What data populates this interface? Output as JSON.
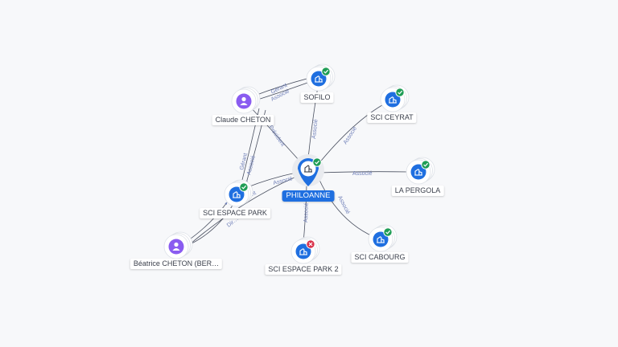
{
  "colors": {
    "company": "#1f6fe0",
    "person": "#8a5cf0",
    "active_badge": "#1f9d55",
    "closed_badge": "#d9334c",
    "edge": "#4a5060",
    "edge_label": "#6f7fb8"
  },
  "nodes": {
    "philoanne": {
      "label": "PHILOANNE",
      "kind": "company",
      "icon": "building-icon",
      "central": true,
      "status": "active"
    },
    "sofilo": {
      "label": "SOFILO",
      "kind": "company",
      "icon": "building-icon",
      "status": "active"
    },
    "sci_ceyrat": {
      "label": "SCI CEYRAT",
      "kind": "company",
      "icon": "building-icon",
      "status": "active"
    },
    "la_pergola": {
      "label": "LA PERGOLA",
      "kind": "company",
      "icon": "building-icon",
      "status": "active"
    },
    "sci_cabourg": {
      "label": "SCI CABOURG",
      "kind": "company",
      "icon": "building-icon",
      "status": "active"
    },
    "sci_espace_park_2": {
      "label": "SCI ESPACE PARK 2",
      "kind": "company",
      "icon": "building-icon",
      "status": "closed"
    },
    "sci_espace_park": {
      "label": "SCI ESPACE PARK",
      "kind": "company",
      "icon": "building-icon",
      "status": "active"
    },
    "claude_cheton": {
      "label": "Claude CHETON",
      "kind": "person",
      "icon": "person-icon"
    },
    "beatrice_cheton": {
      "label": "Béatrice CHETON (BER…",
      "kind": "person",
      "icon": "person-icon"
    }
  },
  "edges": [
    {
      "label": "Associé"
    },
    {
      "label": "Associé"
    },
    {
      "label": "Associé"
    },
    {
      "label": "Associé"
    },
    {
      "label": "Associé"
    },
    {
      "label": "Président"
    },
    {
      "label": "Gérant"
    },
    {
      "label": "Associé"
    },
    {
      "label": "Gérant"
    },
    {
      "label": "Associé"
    },
    {
      "label": "Associé"
    },
    {
      "label": "Gérant"
    },
    {
      "label": "Dir…"
    }
  ]
}
